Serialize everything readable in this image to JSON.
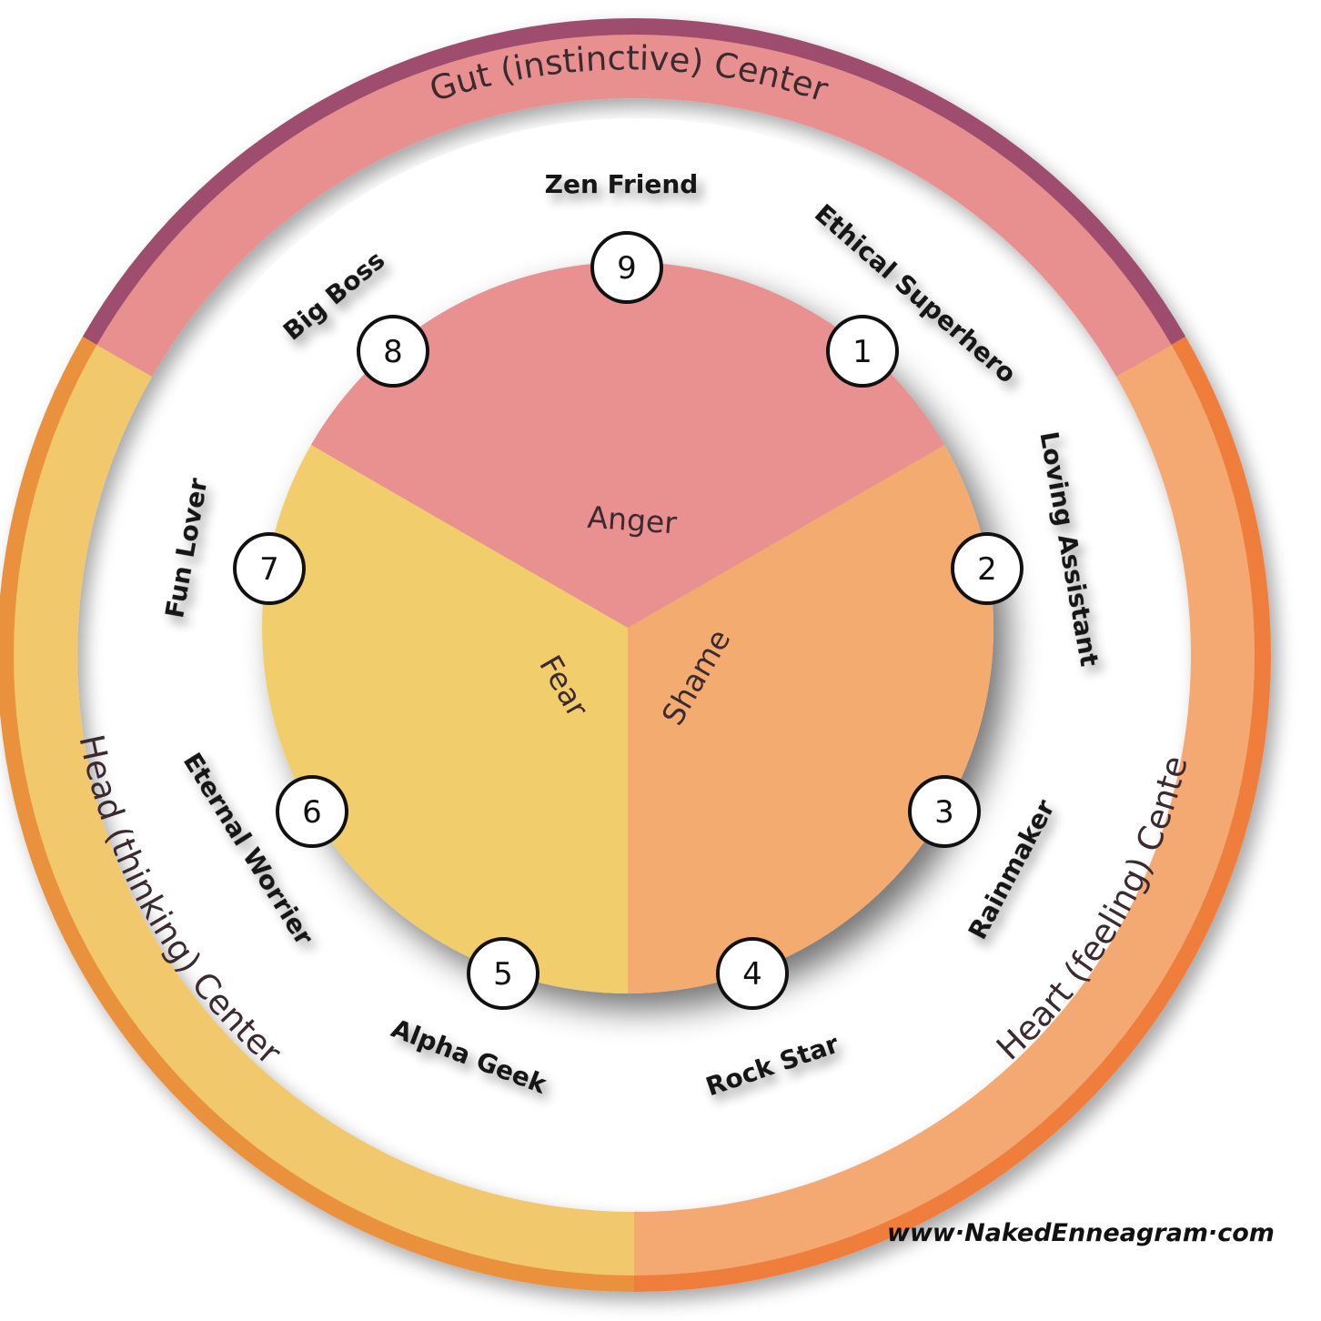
{
  "centers": [
    {
      "id": "gut",
      "label": "Gut (instinctive) Center",
      "color": "#e8908f",
      "edge": "#9e4e6e"
    },
    {
      "id": "heart",
      "label": "Heart (feeling) Center",
      "color": "#f4a872",
      "edge": "#ef7e3e"
    },
    {
      "id": "head",
      "label": "Head (thinking) Center",
      "color": "#f2c86c",
      "edge": "#e9913e"
    }
  ],
  "emotions": [
    {
      "id": "anger",
      "label": "Anger",
      "color": "#e99090"
    },
    {
      "id": "shame",
      "label": "Shame",
      "color": "#f4ab70"
    },
    {
      "id": "fear",
      "label": "Fear",
      "color": "#f2cd6c"
    }
  ],
  "types": [
    {
      "number": "1",
      "name": "Ethical Superhero"
    },
    {
      "number": "2",
      "name": "Loving Assistant"
    },
    {
      "number": "3",
      "name": "Rainmaker"
    },
    {
      "number": "4",
      "name": "Rock Star"
    },
    {
      "number": "5",
      "name": "Alpha Geek"
    },
    {
      "number": "6",
      "name": "Eternal Worrier"
    },
    {
      "number": "7",
      "name": "Fun Lover"
    },
    {
      "number": "8",
      "name": "Big Boss"
    },
    {
      "number": "9",
      "name": "Zen Friend"
    }
  ],
  "website": "www·NakedEnneagram·com"
}
